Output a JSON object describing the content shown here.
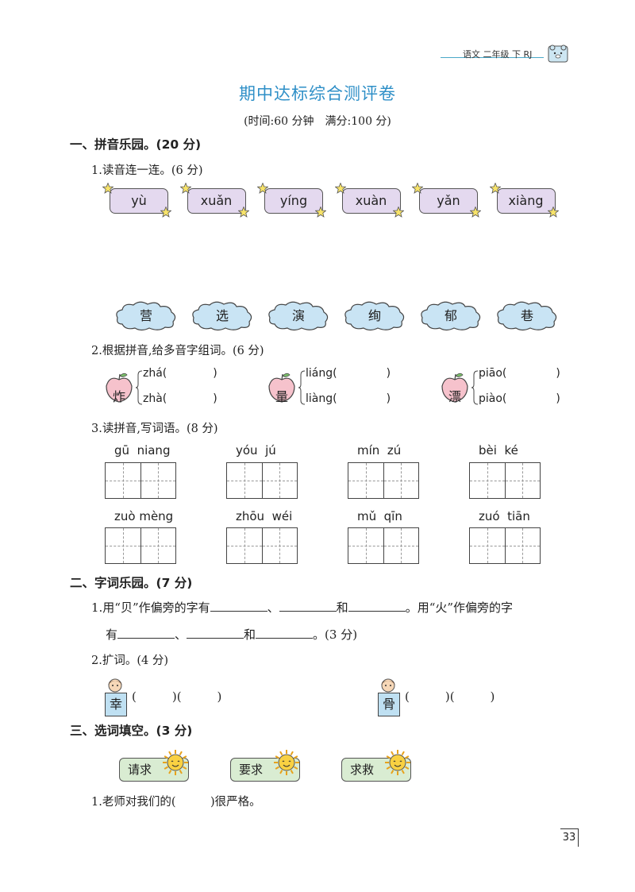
{
  "header": {
    "subject": "语文 二年级 下 RJ"
  },
  "title": "期中达标综合测评卷",
  "subtitle": "(时间:60 分钟　满分:100 分)",
  "sections": {
    "s1": {
      "title": "一、拼音乐园。(20 分)"
    },
    "s2": {
      "title": "二、字词乐园。(7 分)"
    },
    "s3": {
      "title": "三、选词填空。(3 分)"
    }
  },
  "q1": {
    "label": "1.读音连一连。(6 分)",
    "pinyin": [
      "yù",
      "xuǎn",
      "yíng",
      "xuàn",
      "yǎn",
      "xiàng"
    ],
    "chars": [
      "营",
      "选",
      "演",
      "绚",
      "郁",
      "巷"
    ]
  },
  "q2": {
    "label": "2.根据拼音,给多音字组词。(6 分)",
    "items": [
      {
        "char": "炸",
        "p1": "zhá(",
        "p2": "zhà("
      },
      {
        "char": "量",
        "p1": "liáng(",
        "p2": "liàng("
      },
      {
        "char": "漂",
        "p1": "piāo(",
        "p2": "piào("
      }
    ],
    "close": ")"
  },
  "q3": {
    "label": "3.读拼音,写词语。(8 分)",
    "row1": [
      "gū  niang",
      "yóu  jú",
      "mín  zú",
      "bèi  ké"
    ],
    "row2": [
      "zuò mèng",
      "zhōu  wéi",
      "mǔ  qīn",
      "zuó  tiān"
    ]
  },
  "s2q1": {
    "line1a": "1.用“贝”作偏旁的字有",
    "sep1": "、",
    "and1": "和",
    "line1b": "。用“火”作偏旁的字",
    "line2a": "有",
    "sep2": "、",
    "and2": "和",
    "line2b": "。(3 分)"
  },
  "s2q2": {
    "label": "2.扩词。(4 分)",
    "chars": [
      "幸",
      "骨"
    ],
    "brackets": "(　　　)(　　　)"
  },
  "s3": {
    "words": [
      "请求",
      "要求",
      "求救"
    ],
    "q1": "1.老师对我们的(　　　)很严格。"
  },
  "page_number": "33",
  "colors": {
    "title": "#2e8fc7",
    "pinyin_card": "#e4d9ef",
    "cloud": "#c9e4f4",
    "word_card": "#d9ecd2",
    "apple": "#f6c2cc"
  }
}
